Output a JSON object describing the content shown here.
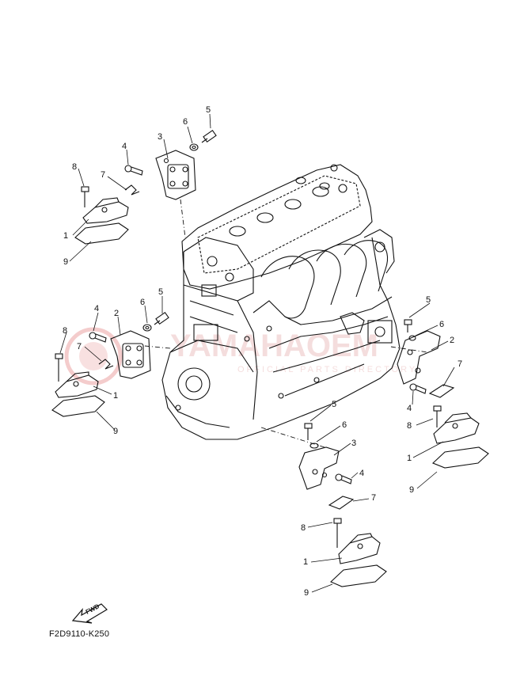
{
  "diagram_code": "F2D9110-K250",
  "fwd_label": "FWD",
  "watermark": {
    "brand": "YAMAHAOEM",
    "tagline": "OFFICIAL PARTS DIRECTORY"
  },
  "callout_numbers": [
    "1",
    "2",
    "3",
    "4",
    "5",
    "6",
    "7",
    "8",
    "9"
  ],
  "colors": {
    "line": "#111111",
    "watermark": "#e8a0a0"
  }
}
